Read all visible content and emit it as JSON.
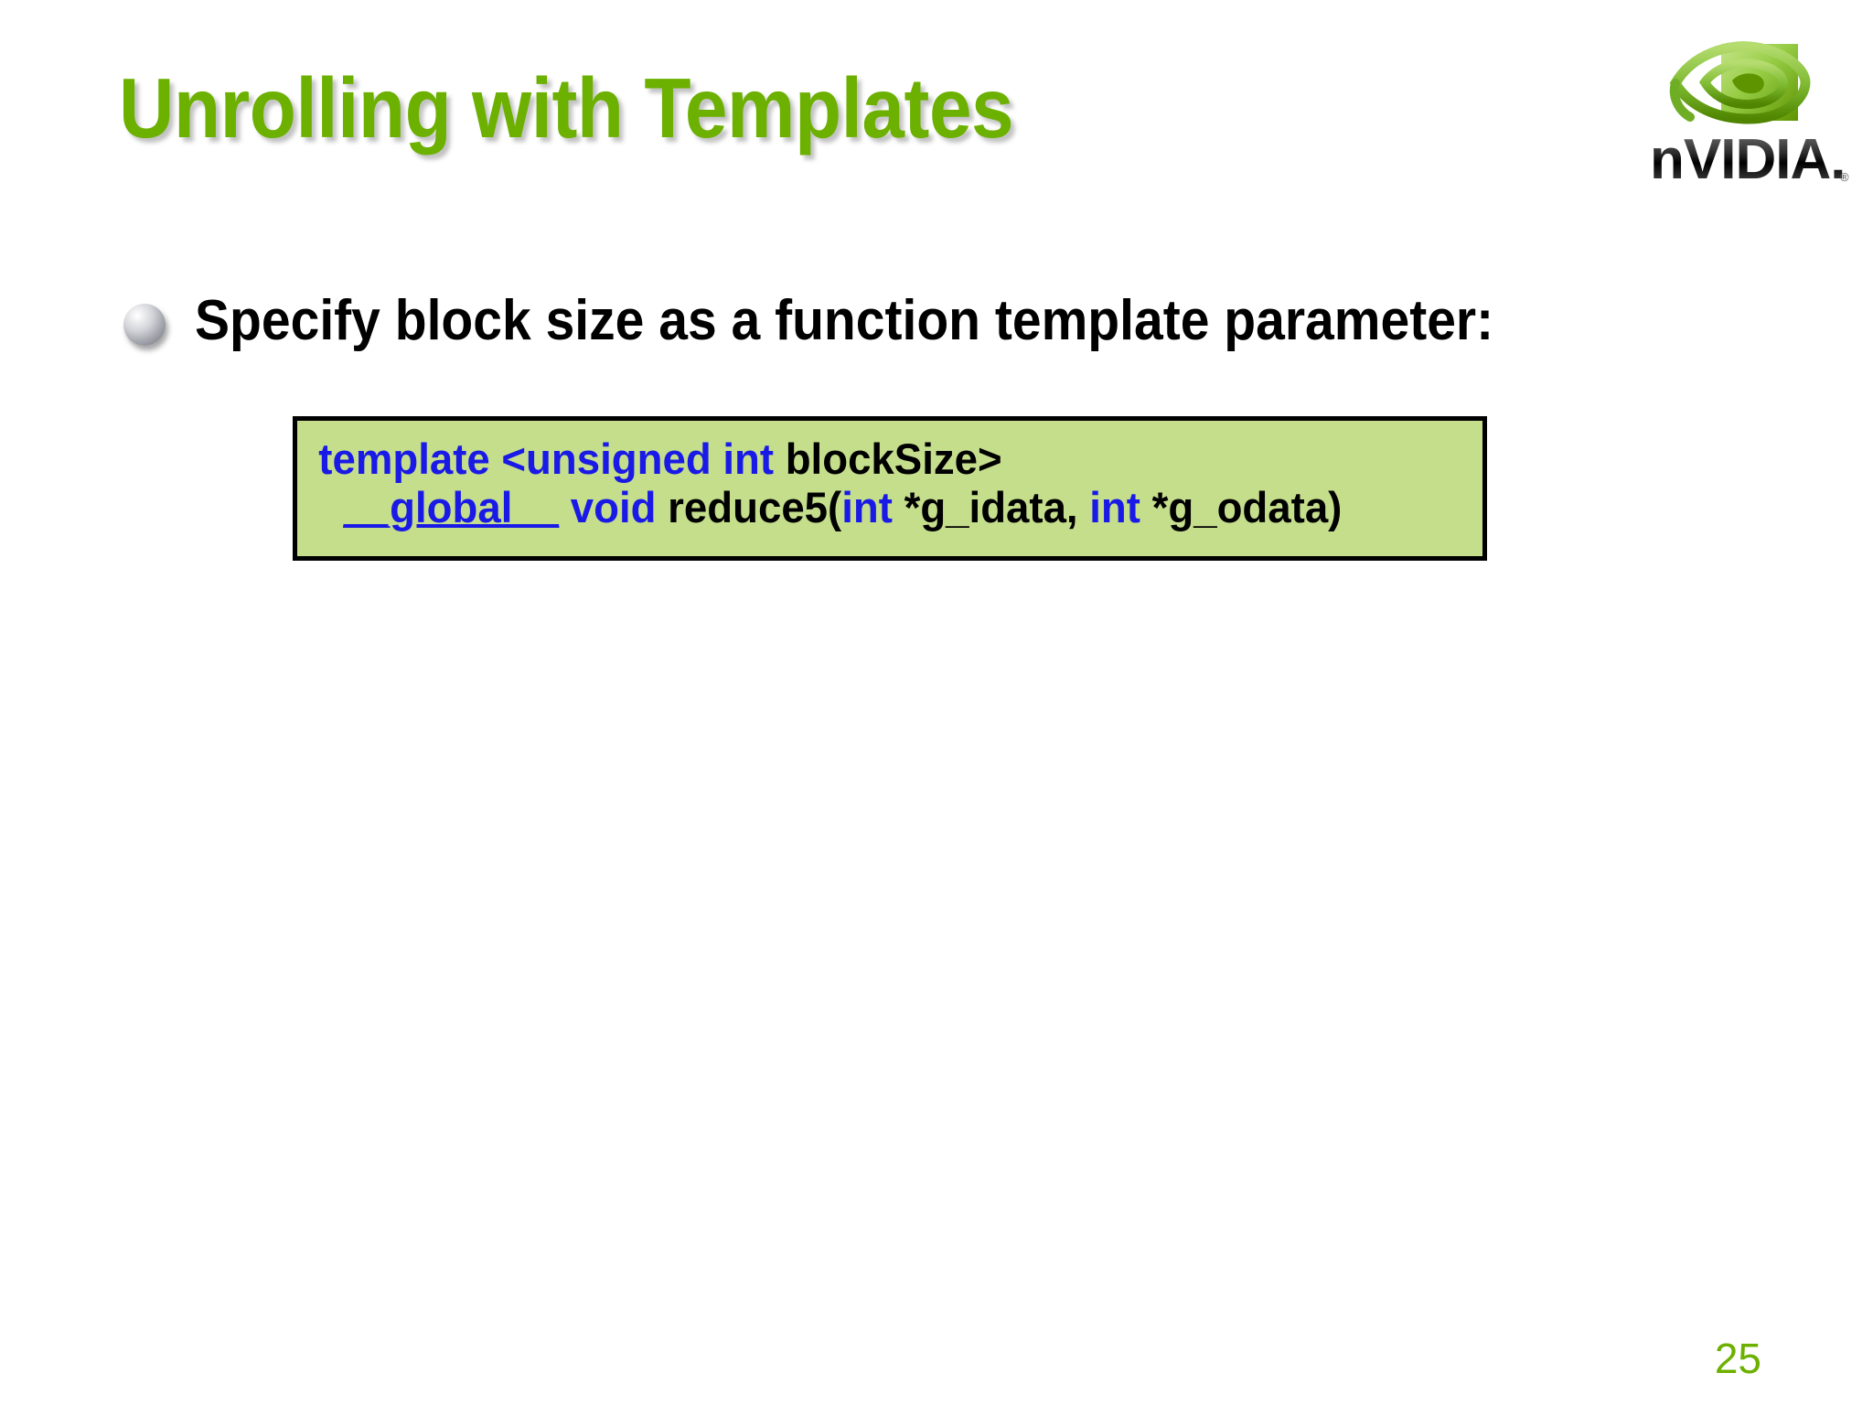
{
  "slide": {
    "title": "Unrolling with Templates",
    "page_number": "25",
    "title_color": "#6CB000",
    "background_color": "#FFFFFF"
  },
  "logo": {
    "name": "nvidia-logo",
    "wordmark": "nVIDIA",
    "registered_mark": "®",
    "eye_color_light": "#A8D65C",
    "eye_color_dark": "#5E9400"
  },
  "bullets": [
    {
      "marker": "silver-sphere-bullet",
      "text": "Specify block size as a function template parameter:"
    }
  ],
  "code_box": {
    "background_color": "#C5DE8C",
    "border_color": "#000000",
    "keyword_color": "#1A1AE6",
    "text_color": "#000000",
    "lines": [
      {
        "id": "line-1",
        "plain": "template <unsigned int blockSize>",
        "tokens": [
          {
            "text": "template",
            "style": "keyword"
          },
          {
            "text": " ",
            "style": "plain"
          },
          {
            "text": "<unsigned int",
            "style": "keyword"
          },
          {
            "text": " blockSize>",
            "style": "plain"
          }
        ]
      },
      {
        "id": "line-2",
        "plain": "__global__ void reduce5(int *g_idata, int *g_odata)",
        "tokens": [
          {
            "text": "__global__",
            "style": "keyword-underline"
          },
          {
            "text": " ",
            "style": "plain"
          },
          {
            "text": "void",
            "style": "keyword"
          },
          {
            "text": " reduce5(",
            "style": "plain"
          },
          {
            "text": "int",
            "style": "keyword"
          },
          {
            "text": " *g_idata, ",
            "style": "plain"
          },
          {
            "text": "int",
            "style": "keyword"
          },
          {
            "text": " *g_odata)",
            "style": "plain"
          }
        ]
      }
    ]
  }
}
